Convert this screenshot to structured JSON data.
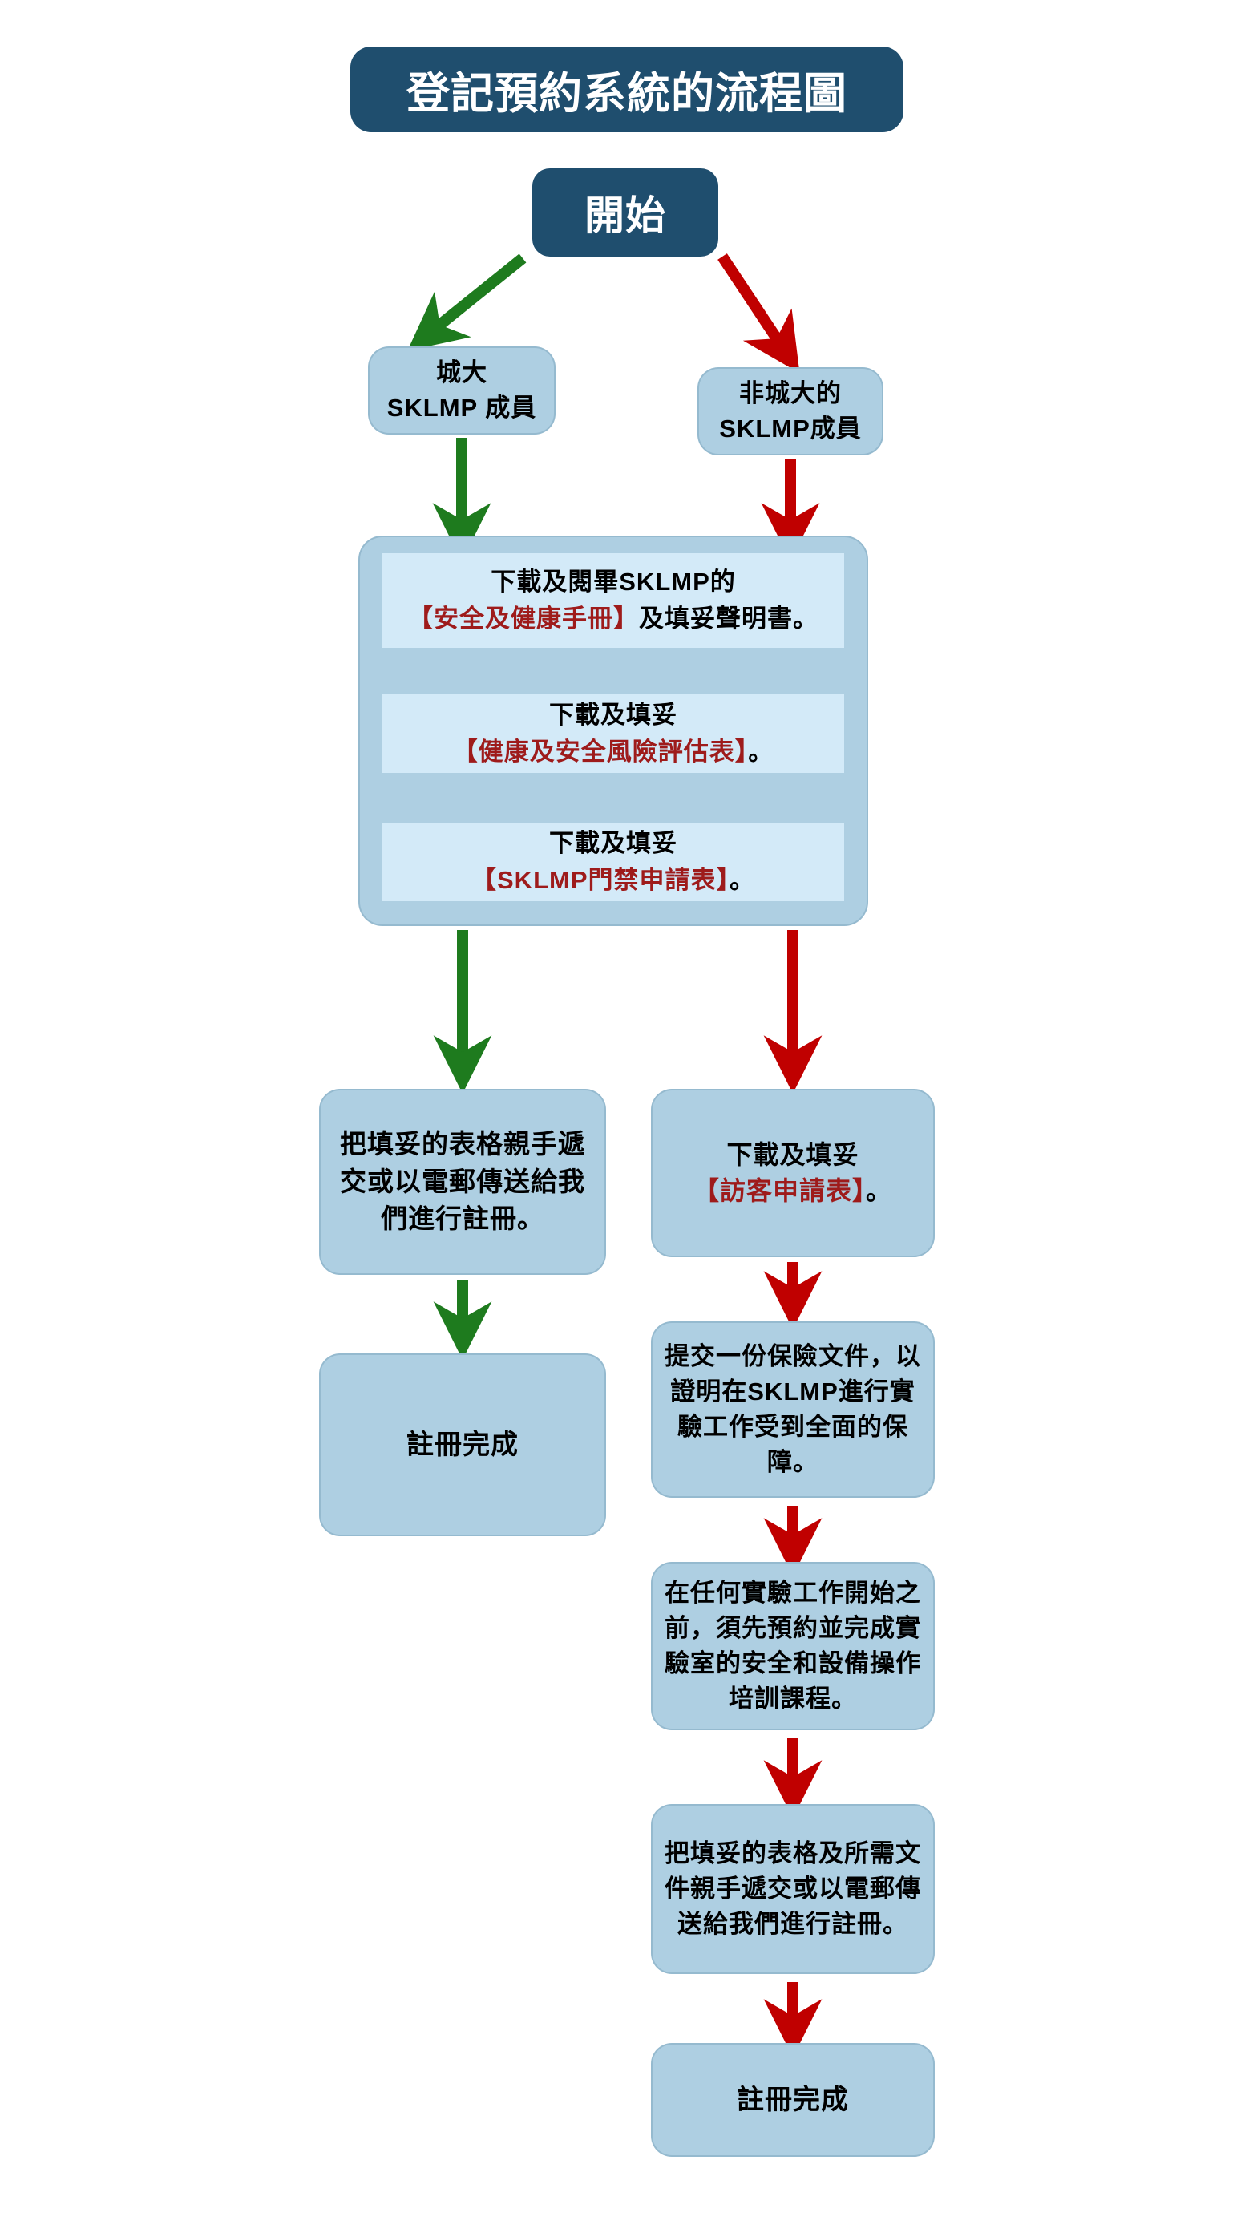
{
  "title": "登記預約系統的流程圖",
  "start_label": "開始",
  "branches": {
    "left": {
      "line1": "城大",
      "line2": "SKLMP 成員"
    },
    "right": {
      "line1": "非城大的",
      "line2": "SKLMP成員"
    }
  },
  "shared_steps": [
    {
      "pre": "下載及閱畢SKLMP的",
      "highlight": "【安全及健康手冊】",
      "post": "及填妥聲明書。"
    },
    {
      "pre": "下載及填妥",
      "highlight": "【健康及安全風險評估表】",
      "post": "。"
    },
    {
      "pre": "下載及填妥",
      "highlight": "【SKLMP門禁申請表】",
      "post": "。"
    }
  ],
  "left_path": {
    "submit": "把填妥的表格親手遞交或以電郵傳送給我們進行註冊。",
    "done": "註冊完成"
  },
  "right_path": {
    "visitor_form": {
      "pre": "下載及填妥",
      "highlight": "【訪客申請表】",
      "post": "。"
    },
    "insurance": "提交一份保險文件，以證明在SKLMP進行實驗工作受到全面的保障。",
    "training": "在任何實驗工作開始之前，須先預約並完成實驗室的安全和設備操作培訓課程。",
    "submit": "把填妥的表格及所需文件親手遞交或以電郵傳送給我們進行註冊。",
    "done": "註冊完成"
  },
  "colors": {
    "dark_blue": "#1F4E6E",
    "box_blue": "#AECFE2",
    "inner_box_blue": "#D3EAF8",
    "highlight_red": "#9E1B1B",
    "arrow_green": "#1E7B1E",
    "arrow_red": "#C00000",
    "arrow_black": "#000000"
  }
}
